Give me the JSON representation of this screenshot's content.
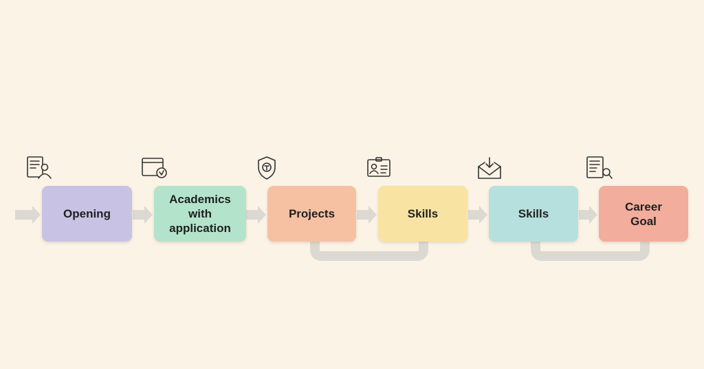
{
  "diagram": {
    "steps": [
      {
        "label": "Opening",
        "color": "#c8c2e4",
        "icon": "resume-person-icon"
      },
      {
        "label": "Academics\nwith application",
        "color": "#b4e3cc",
        "icon": "browser-badge-icon"
      },
      {
        "label": "Projects",
        "color": "#f6c1a2",
        "icon": "shield-key-icon"
      },
      {
        "label": "Skills",
        "color": "#f9e3a3",
        "icon": "id-card-icon"
      },
      {
        "label": "Skills",
        "color": "#b6e0dd",
        "icon": "envelope-download-icon"
      },
      {
        "label": "Career\nGoal",
        "color": "#f2ad9c",
        "icon": "document-search-icon"
      }
    ],
    "connector_color": "#dcd9d3",
    "icon_stroke": "#333333"
  }
}
